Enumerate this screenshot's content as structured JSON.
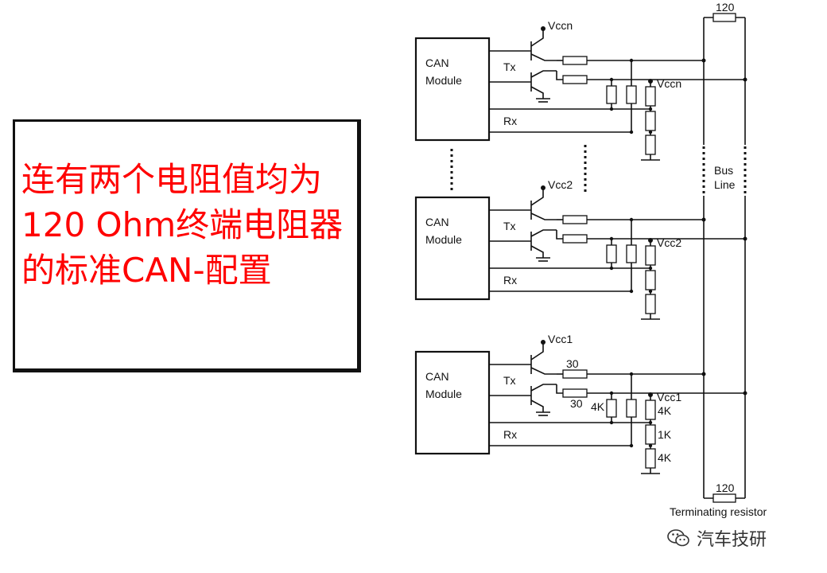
{
  "callout": {
    "text": "连有两个电阻值均为120 Ohm终端电阻器的标准CAN-配置"
  },
  "schematic": {
    "module_label_line1": "CAN",
    "module_label_line2": "Module",
    "tx_label": "Tx",
    "rx_label": "Rx",
    "bus_label_line1": "Bus",
    "bus_label_line2": "Line",
    "terminator_value": "120",
    "terminating_label": "Terminating resistor",
    "nodes": [
      {
        "supply": "Vccn"
      },
      {
        "supply": "Vcc2"
      },
      {
        "supply": "Vcc1",
        "series_resistor": "30",
        "pull_resistor": "4K",
        "divider": [
          "4K",
          "1K",
          "4K"
        ]
      }
    ]
  },
  "watermark": {
    "icon": "wechat-icon",
    "text": "汽车技研"
  }
}
